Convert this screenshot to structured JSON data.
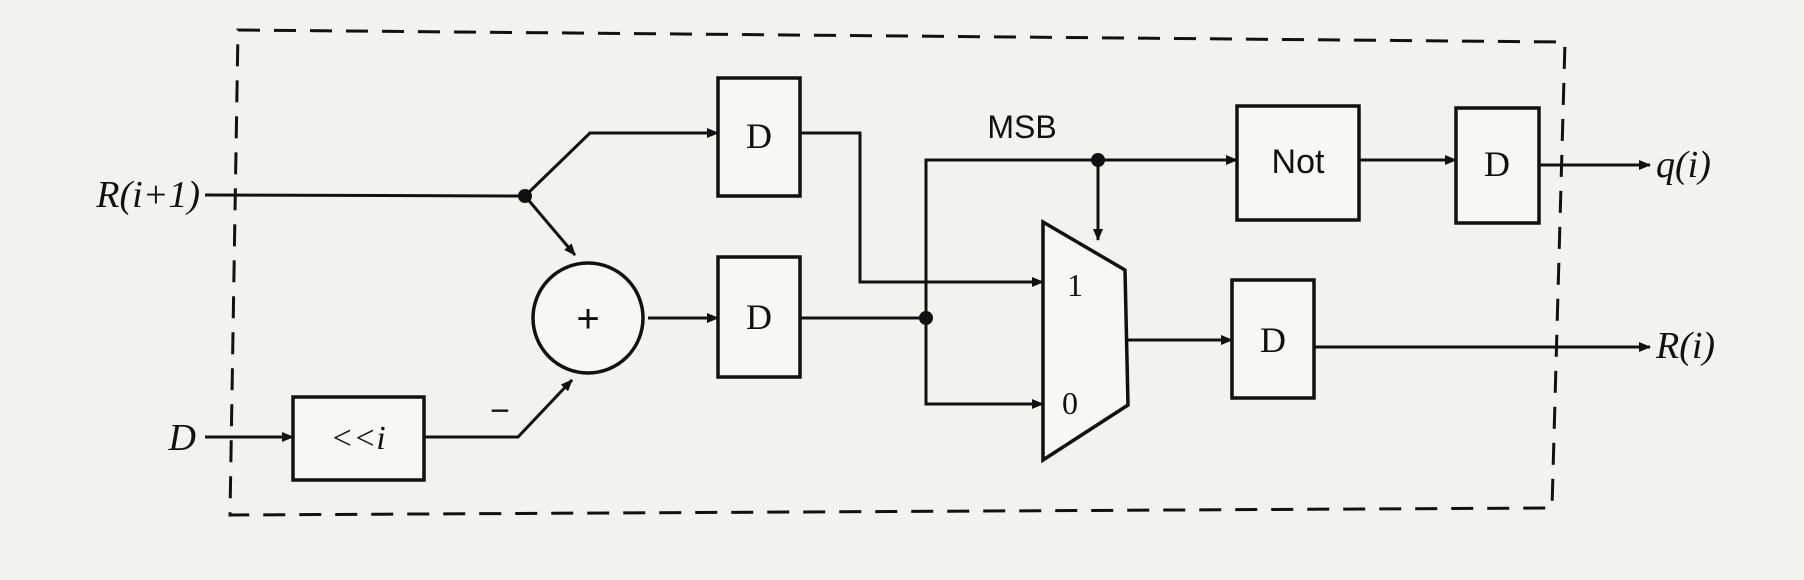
{
  "inputs": {
    "r_next": "R(i+1)",
    "d": "D"
  },
  "outputs": {
    "q": "q(i)",
    "r": "R(i)"
  },
  "blocks": {
    "reg_top": "D",
    "reg_sum": "D",
    "reg_q": "D",
    "reg_r": "D",
    "not": "Not",
    "shift": "<<i",
    "adder": "+"
  },
  "mux": {
    "in1": "1",
    "in0": "0"
  },
  "labels": {
    "msb": "MSB",
    "minus": "−"
  }
}
